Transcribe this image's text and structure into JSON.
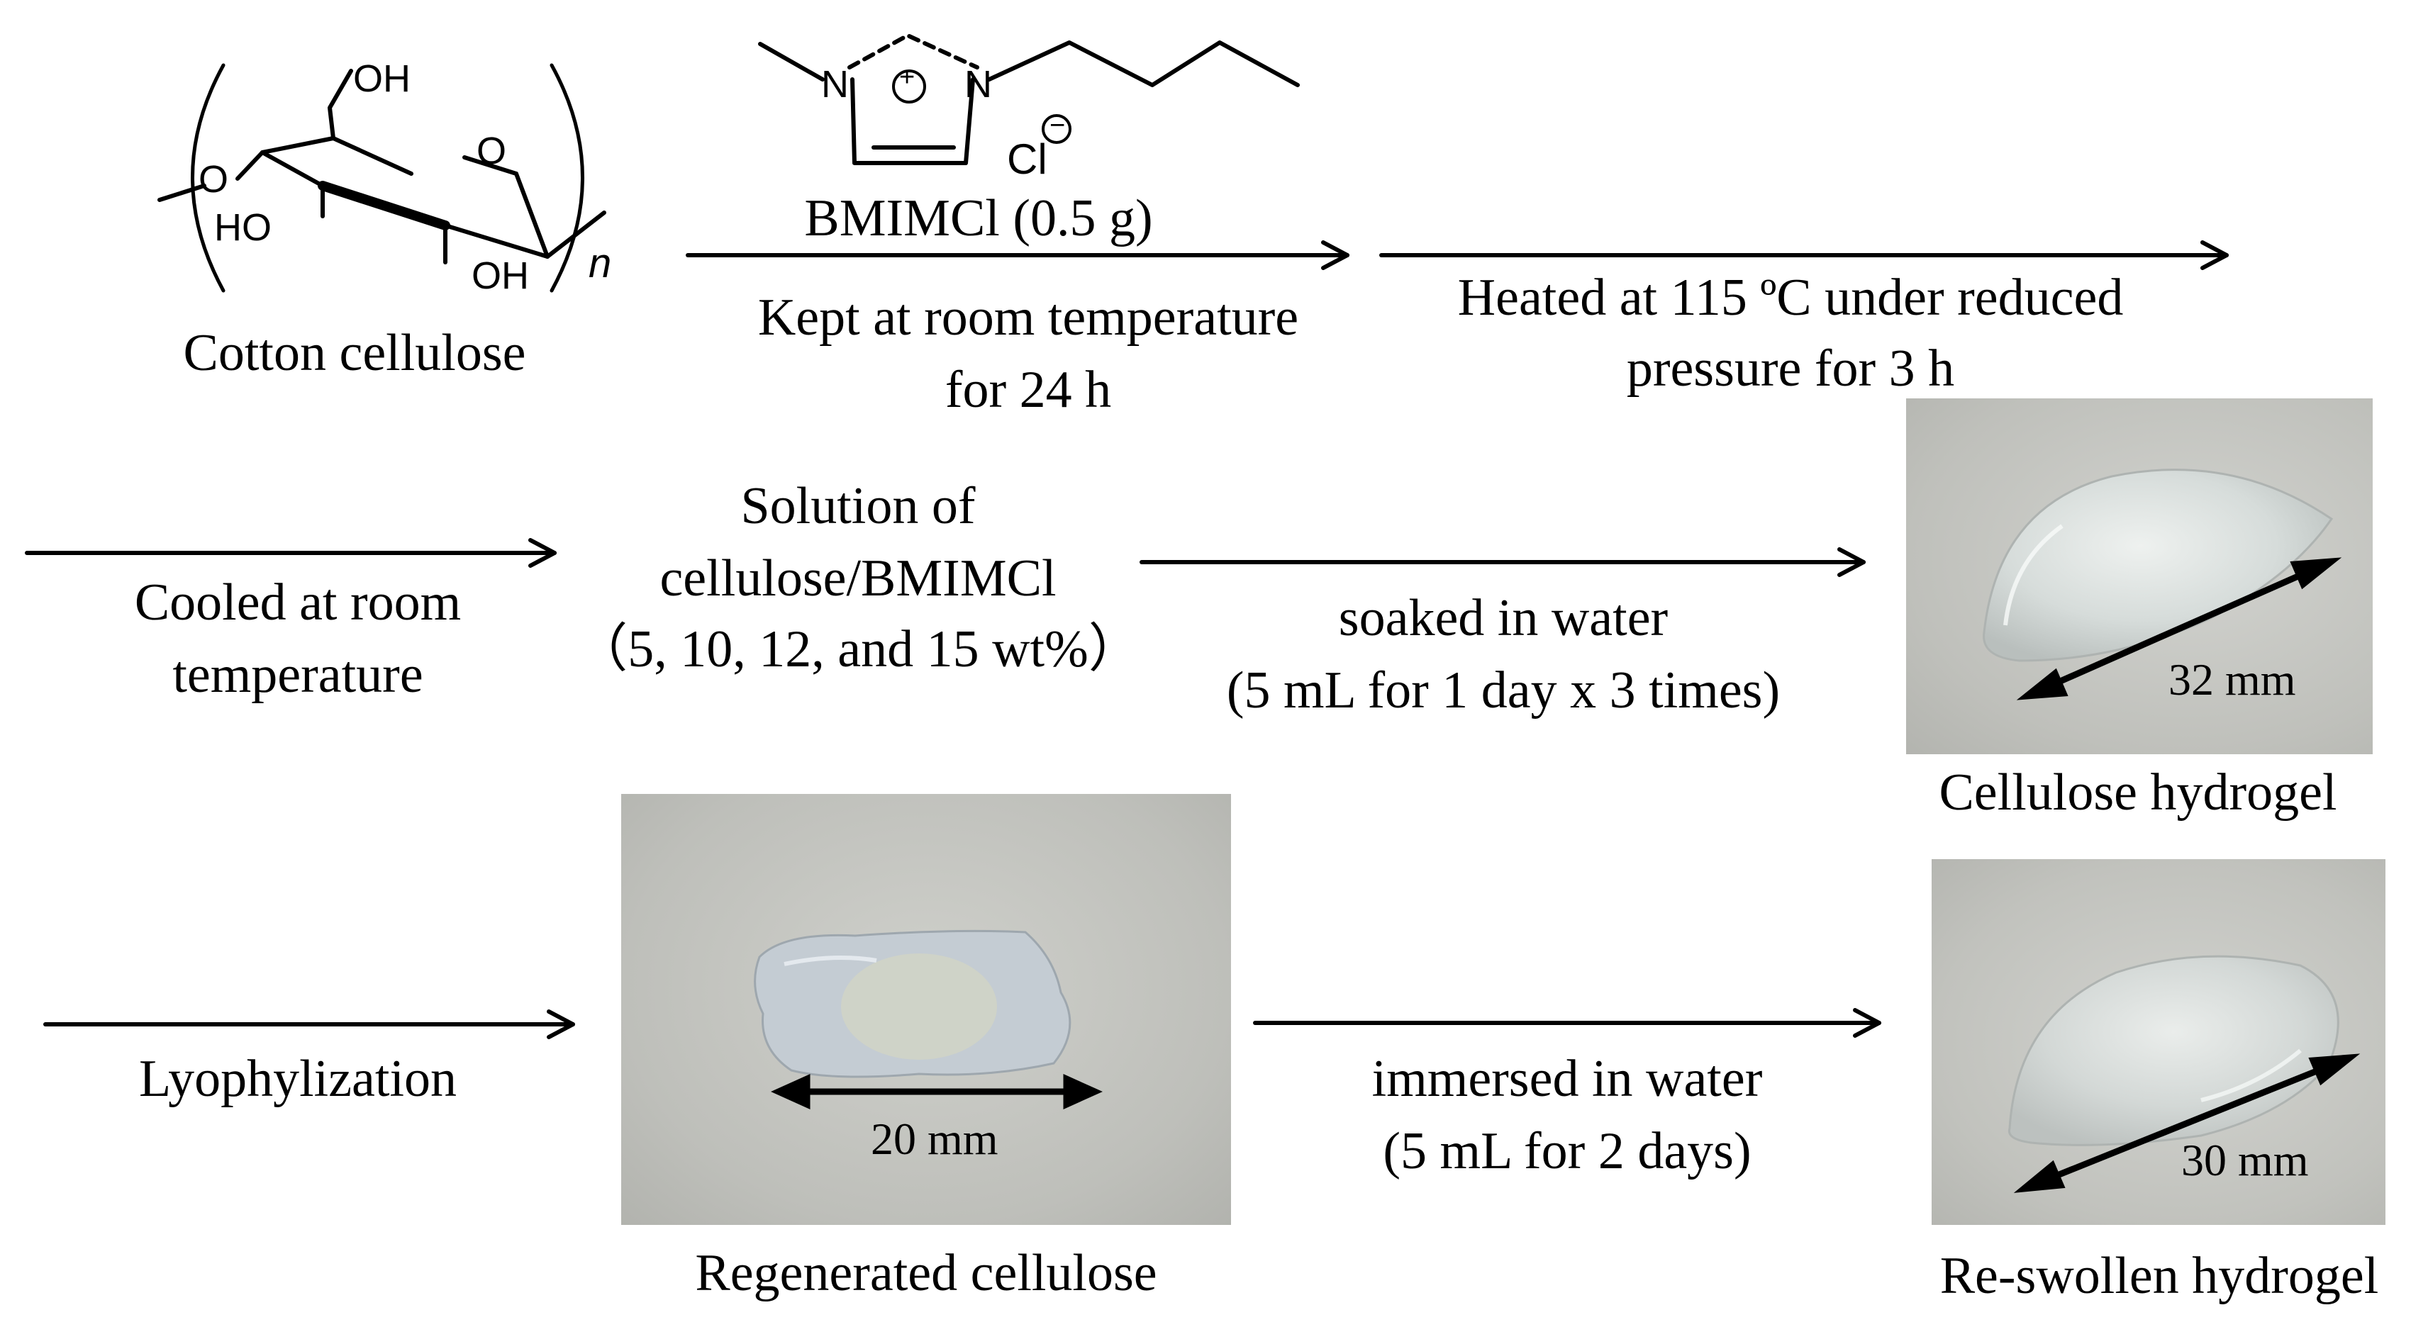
{
  "cellulose": {
    "oh_top": "OH",
    "ho_left": "HO",
    "oh_bottom": "OH",
    "ring_o": "O",
    "o_left": "O",
    "n_sub": "n",
    "name": "Cotton cellulose"
  },
  "ionic_liquid": {
    "n1": "N",
    "n2": "N",
    "plus": "+",
    "cl": "Cl",
    "minus": "−",
    "name": "BMIMCl (0.5 g)"
  },
  "steps": {
    "step1": [
      "Kept at room temperature",
      "for 24 h"
    ],
    "step2": [
      "Heated at 115 ºC under reduced",
      "pressure for 3 h"
    ],
    "step3": [
      "Cooled at room",
      "temperature"
    ],
    "solution": [
      "Solution of",
      "cellulose/BMIMCl",
      "（5, 10, 12, and 15 wt%）"
    ],
    "step4": [
      "soaked in water",
      "(5 mL for 1 day x 3 times)"
    ],
    "step5": [
      "Lyophylization"
    ],
    "step6": [
      "immersed in water",
      "(5 mL for 2 days)"
    ]
  },
  "photos": {
    "hydrogel": {
      "caption": "Cellulose hydrogel",
      "scale": "32 mm"
    },
    "regenerated": {
      "caption": "Regenerated cellulose",
      "scale": "20 mm"
    },
    "reswollen": {
      "caption": "Re-swollen hydrogel",
      "scale": "30 mm"
    }
  },
  "colors": {
    "text": "#000000",
    "photo_bg": "#c9c9c4",
    "gel": "#dfe4e2"
  }
}
